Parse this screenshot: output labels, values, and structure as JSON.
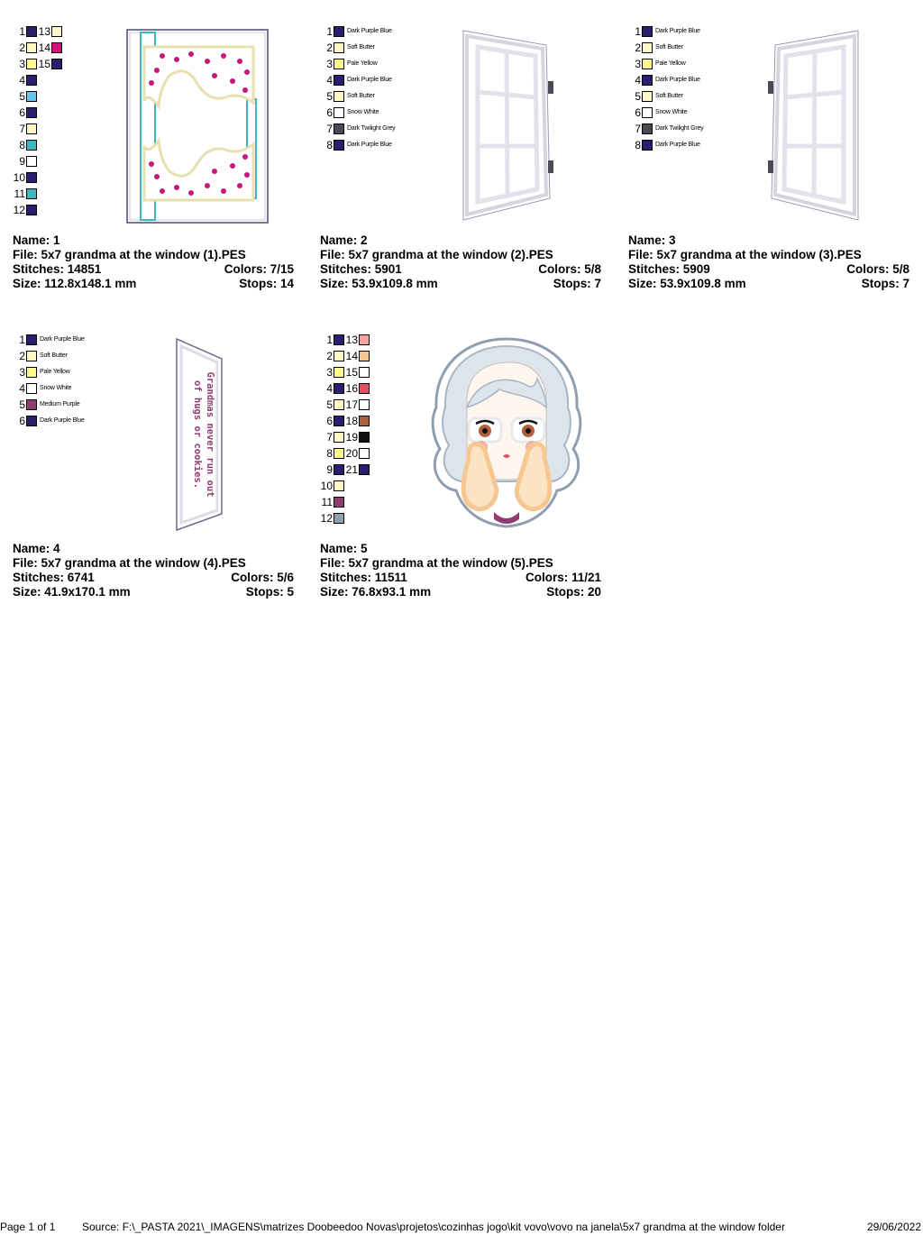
{
  "designs": [
    {
      "name_label": "Name: 1",
      "file_label": "File: 5x7 grandma at the window (1).PES",
      "stitches_label": "Stitches: 14851",
      "colors_label": "Colors: 7/15",
      "size_label": "Size: 112.8x148.1 mm",
      "stops_label": "Stops: 14",
      "thumbnail_icon": "window-curtains-icon",
      "palette": [
        {
          "n": "1",
          "c": "#2a1f6e"
        },
        {
          "n": "2",
          "c": "#fff7c4"
        },
        {
          "n": "3",
          "c": "#fffa8a"
        },
        {
          "n": "4",
          "c": "#2a1f6e"
        },
        {
          "n": "5",
          "c": "#66c6ee"
        },
        {
          "n": "6",
          "c": "#2a1f6e"
        },
        {
          "n": "7",
          "c": "#fff7c4"
        },
        {
          "n": "8",
          "c": "#3bb8c2"
        },
        {
          "n": "9",
          "c": "#ffffff"
        },
        {
          "n": "10",
          "c": "#2a1f6e"
        },
        {
          "n": "11",
          "c": "#3bb8c2"
        },
        {
          "n": "12",
          "c": "#2a1f6e"
        },
        {
          "n": "13",
          "c": "#fff7c4"
        },
        {
          "n": "14",
          "c": "#d9107a"
        },
        {
          "n": "15",
          "c": "#2a1f6e"
        }
      ]
    },
    {
      "name_label": "Name: 2",
      "file_label": "File: 5x7 grandma at the window (2).PES",
      "stitches_label": "Stitches: 5901",
      "colors_label": "Colors: 5/8",
      "size_label": "Size: 53.9x109.8 mm",
      "stops_label": "Stops: 7",
      "thumbnail_icon": "open-window-left-icon",
      "palette": [
        {
          "n": "1",
          "c": "#2a1f6e",
          "name": "Dark Purple Blue"
        },
        {
          "n": "2",
          "c": "#fff7c4",
          "name": "Soft Butter"
        },
        {
          "n": "3",
          "c": "#fffa8a",
          "name": "Pale Yellow"
        },
        {
          "n": "4",
          "c": "#2a1f6e",
          "name": "Dark Purple Blue"
        },
        {
          "n": "5",
          "c": "#fff7c4",
          "name": "Soft Butter"
        },
        {
          "n": "6",
          "c": "#ffffff",
          "name": "Snow White"
        },
        {
          "n": "7",
          "c": "#4a4a55",
          "name": "Dark Twilight Grey"
        },
        {
          "n": "8",
          "c": "#2a1f6e",
          "name": "Dark Purple Blue"
        }
      ]
    },
    {
      "name_label": "Name: 3",
      "file_label": "File: 5x7 grandma at the window (3).PES",
      "stitches_label": "Stitches: 5909",
      "colors_label": "Colors: 5/8",
      "size_label": "Size: 53.9x109.8 mm",
      "stops_label": "Stops: 7",
      "thumbnail_icon": "open-window-right-icon",
      "palette": [
        {
          "n": "1",
          "c": "#2a1f6e",
          "name": "Dark Purple Blue"
        },
        {
          "n": "2",
          "c": "#fff7c4",
          "name": "Soft Butter"
        },
        {
          "n": "3",
          "c": "#fffa8a",
          "name": "Pale Yellow"
        },
        {
          "n": "4",
          "c": "#2a1f6e",
          "name": "Dark Purple Blue"
        },
        {
          "n": "5",
          "c": "#fff7c4",
          "name": "Soft Butter"
        },
        {
          "n": "6",
          "c": "#ffffff",
          "name": "Snow White"
        },
        {
          "n": "7",
          "c": "#4a4a55",
          "name": "Dark Twilight Grey"
        },
        {
          "n": "8",
          "c": "#2a1f6e",
          "name": "Dark Purple Blue"
        }
      ]
    },
    {
      "name_label": "Name: 4",
      "file_label": "File: 5x7 grandma at the window (4).PES",
      "stitches_label": "Stitches: 6741",
      "colors_label": "Colors: 5/6",
      "size_label": "Size: 41.9x170.1 mm",
      "stops_label": "Stops: 5",
      "thumbnail_icon": "window-sill-banner-icon",
      "banner_line1": "Grandmas never run out",
      "banner_line2": "of hugs or cookies.",
      "palette": [
        {
          "n": "1",
          "c": "#2a1f6e",
          "name": "Dark Purple Blue"
        },
        {
          "n": "2",
          "c": "#fff7c4",
          "name": "Soft Butter"
        },
        {
          "n": "3",
          "c": "#fffa8a",
          "name": "Pale Yellow"
        },
        {
          "n": "4",
          "c": "#ffffff",
          "name": "Snow White"
        },
        {
          "n": "5",
          "c": "#8e3d72",
          "name": "Medium Purple"
        },
        {
          "n": "6",
          "c": "#2a1f6e",
          "name": "Dark Purple Blue"
        }
      ]
    },
    {
      "name_label": "Name: 5",
      "file_label": "File: 5x7 grandma at the window (5).PES",
      "stitches_label": "Stitches: 11511",
      "colors_label": "Colors: 11/21",
      "size_label": "Size: 76.8x93.1 mm",
      "stops_label": "Stops: 20",
      "thumbnail_icon": "grandma-face-icon",
      "palette": [
        {
          "n": "1",
          "c": "#2a1f6e"
        },
        {
          "n": "2",
          "c": "#fff7c4"
        },
        {
          "n": "3",
          "c": "#fffa8a"
        },
        {
          "n": "4",
          "c": "#2a1f6e"
        },
        {
          "n": "5",
          "c": "#fff7c4"
        },
        {
          "n": "6",
          "c": "#2a1f6e"
        },
        {
          "n": "7",
          "c": "#fff7c4"
        },
        {
          "n": "8",
          "c": "#fffa8a"
        },
        {
          "n": "9",
          "c": "#2a1f6e"
        },
        {
          "n": "10",
          "c": "#fff7c4"
        },
        {
          "n": "11",
          "c": "#8e3d72"
        },
        {
          "n": "12",
          "c": "#8f9fb0"
        },
        {
          "n": "13",
          "c": "#f3a59b"
        },
        {
          "n": "14",
          "c": "#f5c892"
        },
        {
          "n": "15",
          "c": "#ffffff"
        },
        {
          "n": "16",
          "c": "#e0505e"
        },
        {
          "n": "17",
          "c": "#ffffff"
        },
        {
          "n": "18",
          "c": "#b0603a"
        },
        {
          "n": "19",
          "c": "#111111"
        },
        {
          "n": "20",
          "c": "#ffffff"
        },
        {
          "n": "21",
          "c": "#2a1f6e"
        }
      ]
    }
  ],
  "footer": {
    "page": "Page 1 of 1",
    "source": "Source: F:\\_PASTA 2021\\_IMAGENS\\matrizes Doobeedoo Novas\\projetos\\cozinhas jogo\\kit vovo\\vovo na janela\\5x7 grandma at the window folder",
    "date": "29/06/2022"
  }
}
